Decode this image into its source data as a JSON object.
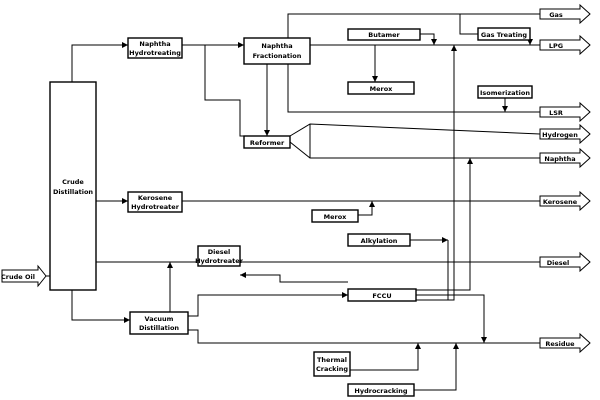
{
  "units": {
    "crude_distillation": [
      "Crude",
      "Distillation"
    ],
    "naphtha_hydrotreating": [
      "Naphtha",
      "Hydrotreating"
    ],
    "naphtha_fractionation": [
      "Naphtha",
      "Fractionation"
    ],
    "butamer": "Butamer",
    "merox_upper": "Merox",
    "gas_treating": "Gas Treating",
    "isomerization": "Isomerization",
    "reformer": "Reformer",
    "kerosene_hydrotreater": [
      "Kerosene",
      "Hydrotreater"
    ],
    "merox_lower": "Merox",
    "alkylation": "Alkylation",
    "diesel_hydrotreater": [
      "Diesel",
      "Hydrotreater"
    ],
    "fccu": "FCCU",
    "vacuum_distillation": [
      "Vacuum",
      "Distillation"
    ],
    "thermal_cracking": [
      "Thermal",
      "Cracking"
    ],
    "hydrocracking": "Hydrocracking"
  },
  "streams": {
    "crude_oil": "Crude Oil",
    "gas": "Gas",
    "lpg": "LPG",
    "lsr": "LSR",
    "hydrogen": "Hydrogen",
    "naphtha": "Naphtha",
    "kerosene": "Kerosene",
    "diesel": "Diesel",
    "residue": "Residue"
  }
}
